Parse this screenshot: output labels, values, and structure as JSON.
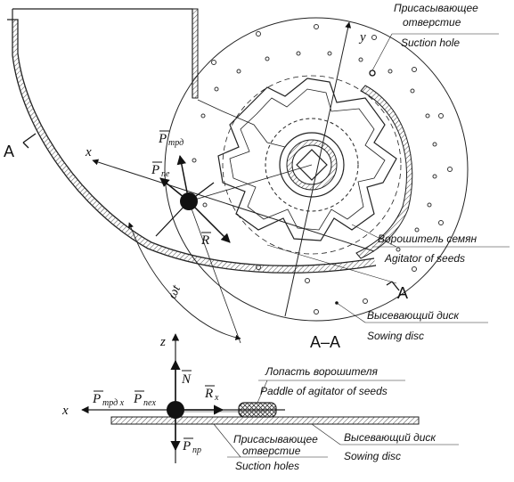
{
  "top_view": {
    "suction_hole_ru_1": "Присасывающее",
    "suction_hole_ru_2": "отверстие",
    "suction_hole_en": "Suction hole",
    "agitator_ru": "Ворошитель семян",
    "agitator_en": "Agitator of seeds",
    "sowing_disc_ru": "Высевающий диск",
    "sowing_disc_en": "Sowing disc",
    "axis_x": "x",
    "axis_y": "y",
    "force_ptrd": "P",
    "force_ptrd_sub": "трд",
    "force_ppe": "P",
    "force_ppe_sub": "пе",
    "force_r": "R",
    "angle_label": "ωt",
    "section_mark_left": "A",
    "section_mark_right": "A",
    "section_title": "A–A"
  },
  "side_view": {
    "axis_z": "z",
    "axis_x": "x",
    "force_n": "N",
    "force_ptrdx": "P",
    "force_ptrdx_sub": "трд x",
    "force_ppex": "P",
    "force_ppex_sub": "пеx",
    "force_rx": "R",
    "force_rx_sub": "x",
    "force_ppr": "P",
    "force_ppr_sub": "пр",
    "paddle_ru": "Лопасть ворошителя",
    "paddle_en": "Paddle of agitator of seeds",
    "suction_holes_ru_1": "Присасывающее",
    "suction_holes_ru_2": "отверстие",
    "suction_holes_en": "Suction holes",
    "sowing_disc_ru": "Высевающий диск",
    "sowing_disc_en": "Sowing disc"
  }
}
